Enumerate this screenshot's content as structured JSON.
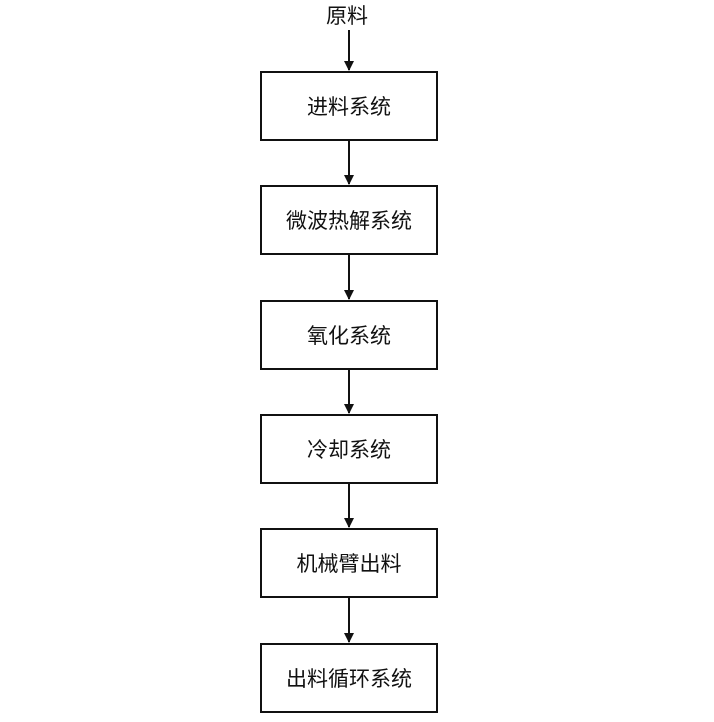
{
  "input_label": "原料",
  "steps": [
    {
      "label": "进料系统"
    },
    {
      "label": "微波热解系统"
    },
    {
      "label": "氧化系统"
    },
    {
      "label": "冷却系统"
    },
    {
      "label": "机械臂出料"
    },
    {
      "label": "出料循环系统"
    }
  ],
  "line_color": "#111111"
}
